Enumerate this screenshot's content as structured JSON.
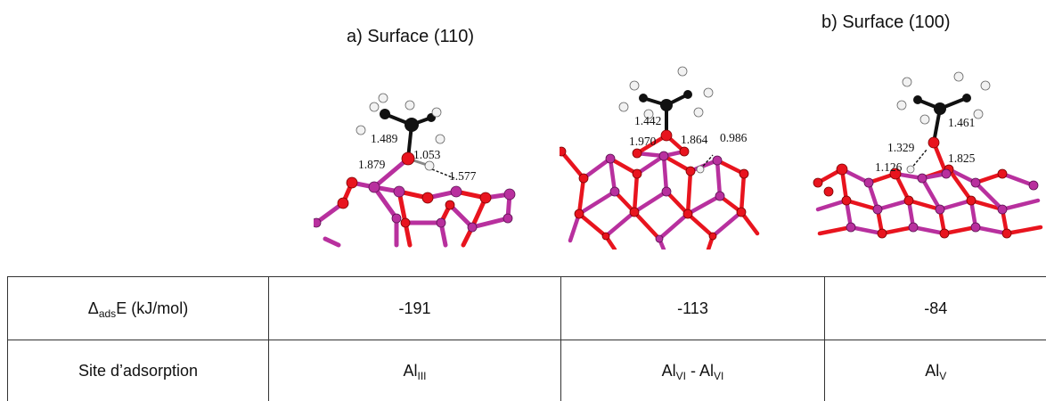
{
  "titles": {
    "a": "a) Surface (110)",
    "b": "b) Surface (100)"
  },
  "structures": {
    "s110_a": {
      "bond_labels": [
        "1.489",
        "1.053",
        "1.879",
        "1.577"
      ]
    },
    "s110_b": {
      "bond_labels": [
        "1.442",
        "1.970",
        "1.864",
        "0.986"
      ]
    },
    "s100": {
      "bond_labels": [
        "1.461",
        "1.329",
        "1.126",
        "1.825"
      ]
    }
  },
  "colors": {
    "oxygen": "#e8141e",
    "aluminum": "#b8309e",
    "carbon": "#111111",
    "hydrogen": "#f2f2f2"
  },
  "table": {
    "row1": {
      "symbol": "Δ",
      "sub": "ads",
      "after": "E   (kJ/mol)",
      "values": [
        "-191",
        "-113",
        "-84"
      ]
    },
    "row2": {
      "label": "Site d’adsorption",
      "sites": [
        {
          "a": "Al",
          "a_sub": "III"
        },
        {
          "a": "Al",
          "a_sub": "VI",
          "sep": " - ",
          "b": "Al",
          "b_sub": "VI"
        },
        {
          "a": "Al",
          "a_sub": "V"
        }
      ]
    }
  }
}
